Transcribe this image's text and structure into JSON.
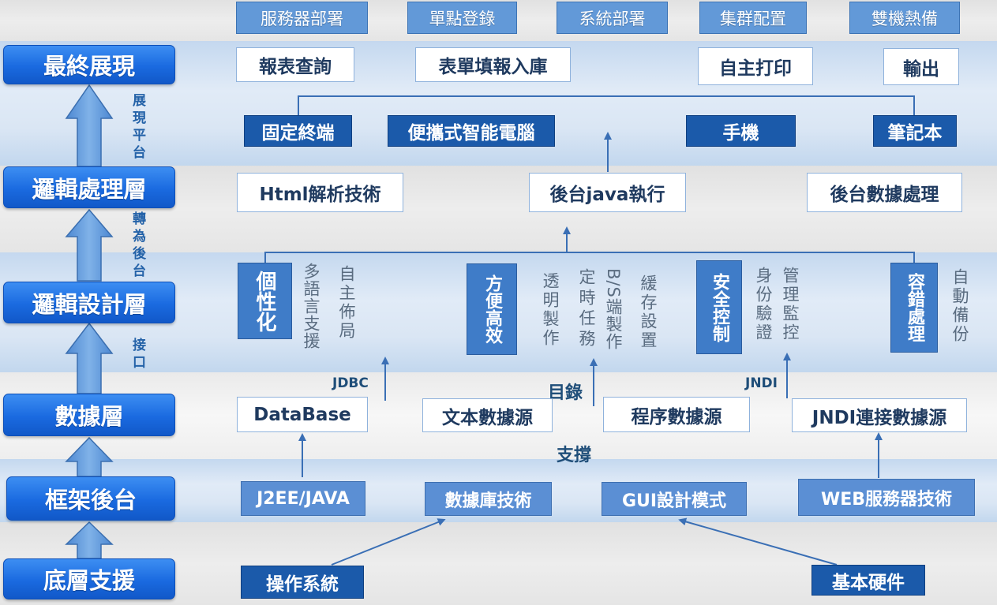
{
  "top_bar": {
    "items": [
      "服務器部署",
      "單點登錄",
      "系統部署",
      "集群配置",
      "雙機熱備"
    ]
  },
  "layers": {
    "final": "最終展現",
    "logic_processing": "邏輯處理層",
    "logic_design": "邏輯設計層",
    "data": "數據層",
    "framework": "框架後台",
    "base": "底層支援"
  },
  "arrow_labels": {
    "platform": "展現平台",
    "to_backend": "轉為後台",
    "interface": "接口"
  },
  "final_outputs": [
    "報表查詢",
    "表單填報入庫",
    "自主打印",
    "輸出"
  ],
  "devices": [
    "固定終端",
    "便攜式智能電腦",
    "手機",
    "筆記本"
  ],
  "processing": [
    "Html解析技術",
    "後台java執行",
    "後台數據處理"
  ],
  "design": {
    "groups": [
      {
        "title": "個性化",
        "features": [
          "多語言支援",
          "自主佈局"
        ]
      },
      {
        "title": "方便高效",
        "features": [
          "透明製作",
          "定時任務",
          "B/S端製作",
          "緩存設置"
        ]
      },
      {
        "title": "安全控制",
        "features": [
          "身份驗證",
          "管理監控"
        ]
      },
      {
        "title": "容錯處理",
        "features": [
          "自動備份"
        ]
      }
    ]
  },
  "connector_labels": {
    "jdbc": "JDBC",
    "directory": "目錄",
    "jndi": "JNDI",
    "support": "支撐"
  },
  "data_sources": [
    "DataBase",
    "文本數據源",
    "程序數據源",
    "JNDI連接數據源"
  ],
  "framework_tech": [
    "J2EE/JAVA",
    "數據庫技術",
    "GUI設計模式",
    "WEB服務器技術"
  ],
  "base_support": [
    "操作系統",
    "基本硬件"
  ],
  "colors": {
    "layer": "#1a6ae0",
    "dark_box": "#1b5aaa",
    "mid_box": "#5b8fd4",
    "top_box": "#6299d8",
    "title_box": "#3f7cc8",
    "connector": "#3a6fb5",
    "box_text": "#1f3a5f",
    "label_text": "#1f4e79",
    "feature_text": "#5a6c80",
    "arrow_label": "#2462a8"
  }
}
